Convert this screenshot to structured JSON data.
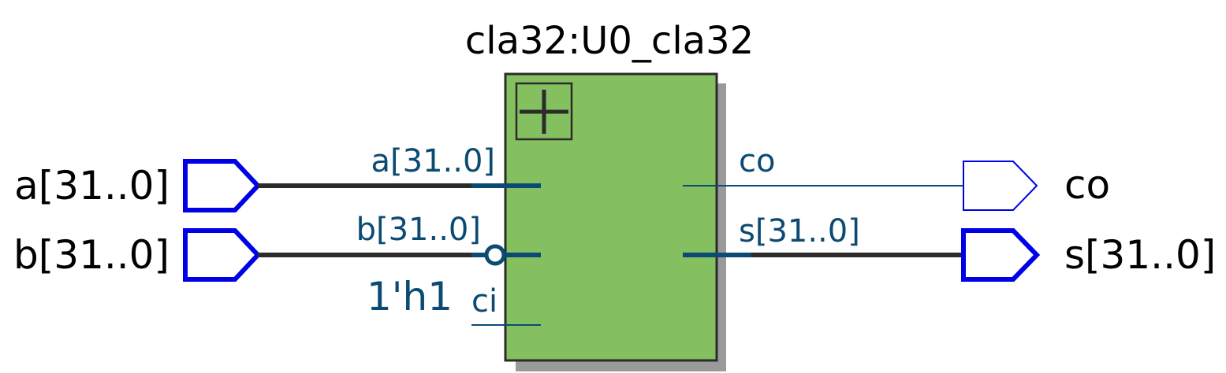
{
  "block": {
    "title": "cla32:U0_cla32",
    "symbol": "plus-icon",
    "inner_ports": {
      "a": "a[31..0]",
      "b": "b[31..0]",
      "ci": "ci",
      "co": "co",
      "s": "s[31..0]"
    }
  },
  "inputs": {
    "a": "a[31..0]",
    "b": "b[31..0]"
  },
  "outputs": {
    "co": "co",
    "s": "s[31..0]"
  },
  "constant": "1'h1",
  "colors": {
    "block_fill": "#84c060",
    "block_stroke": "#2b2b2b",
    "shadow": "#9a9a9a",
    "port_blue": "#0000e6",
    "wire_bus": "#2b2b2b",
    "wire_blue": "#0b4a72"
  }
}
